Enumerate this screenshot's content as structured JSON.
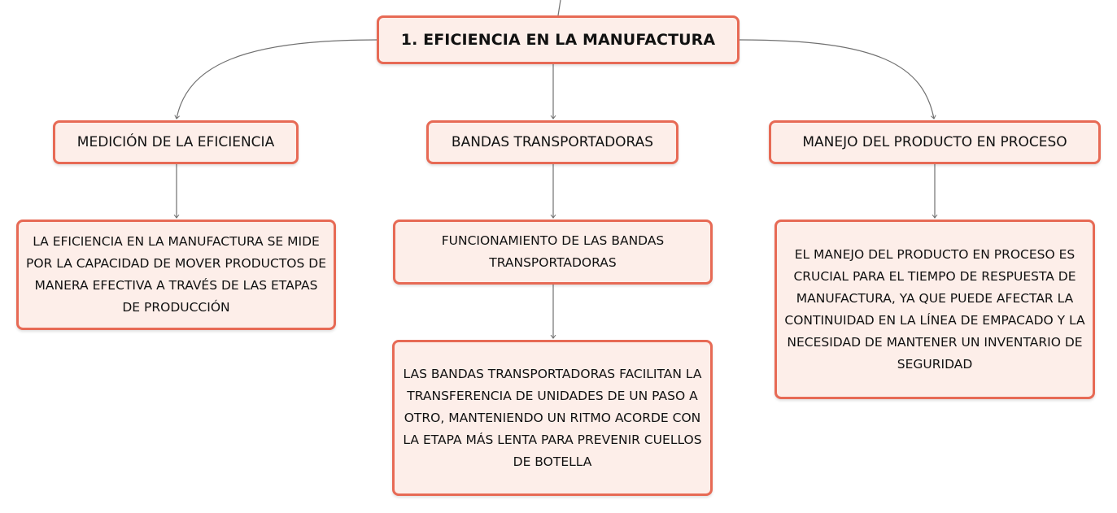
{
  "diagram": {
    "root": {
      "label": "1. EFICIENCIA EN LA MANUFACTURA"
    },
    "branches": [
      {
        "label": "MEDICIÓN DE LA EFICIENCIA",
        "children": [
          "LA EFICIENCIA EN LA MANUFACTURA SE MIDE POR LA CAPACIDAD DE MOVER PRODUCTOS DE MANERA EFECTIVA A TRAVÉS DE LAS ETAPAS DE PRODUCCIÓN"
        ]
      },
      {
        "label": "BANDAS TRANSPORTADORAS",
        "children": [
          "FUNCIONAMIENTO DE LAS BANDAS TRANSPORTADORAS",
          "LAS BANDAS TRANSPORTADORAS FACILITAN LA TRANSFERENCIA DE UNIDADES DE UN PASO A OTRO, MANTENIENDO UN RITMO ACORDE CON LA ETAPA MÁS LENTA PARA PREVENIR CUELLOS DE BOTELLA"
        ]
      },
      {
        "label": "MANEJO DEL PRODUCTO EN PROCESO",
        "children": [
          "EL MANEJO DEL PRODUCTO EN PROCESO ES CRUCIAL PARA EL TIEMPO DE RESPUESTA DE MANUFACTURA, YA QUE PUEDE AFECTAR LA CONTINUIDAD EN LA LÍNEA DE EMPACADO Y LA NECESIDAD DE MANTENER UN INVENTARIO DE SEGURIDAD"
        ]
      }
    ],
    "colors": {
      "node_border": "#e76a55",
      "node_fill": "#fdeee9",
      "connector": "#707070",
      "text": "#111111"
    }
  }
}
